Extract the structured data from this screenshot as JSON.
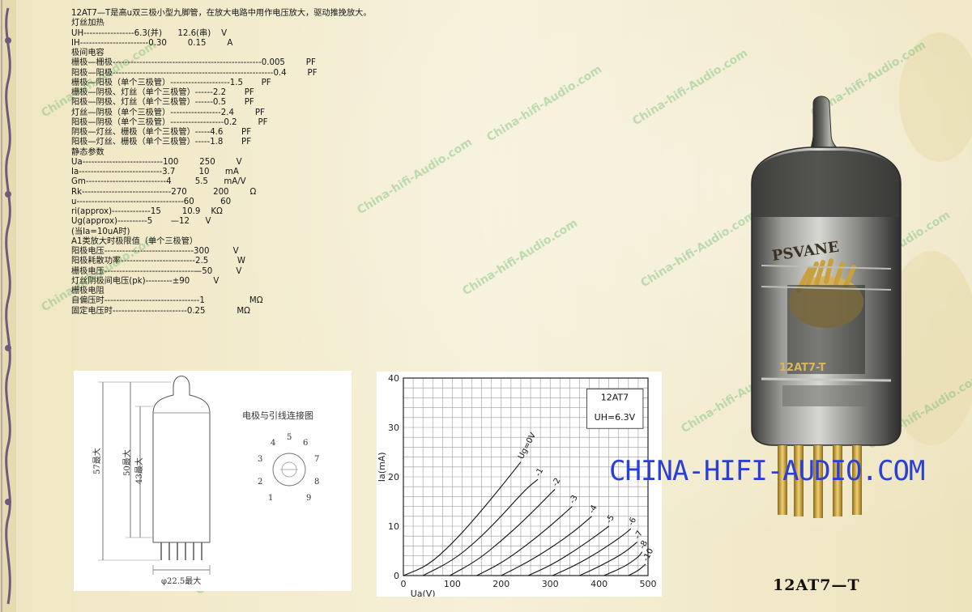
{
  "specs": {
    "lines": [
      "12AT7—T是高u双三极小型九脚管，在放大电路中用作电压放大，驱动推挽放大。",
      "灯丝加热",
      "UH-----------------6.3(并)      12.6(串)    V",
      "IH-----------------------0.30        0.15        A",
      "极间电容",
      "栅极—栅极--------------------------------------------------0.005        PF",
      "阳极—阳极------------------------------------------------------0.4        PF",
      "栅极—阳极（单个三极管）--------------------1.5       PF",
      "栅极—阴极、灯丝（单个三极管）------2.2       PF",
      "阳极—阴极、灯丝（单个三极管）------0.5       PF",
      "灯丝—阴极（单个三极管）-----------------2.4        PF",
      "阳极—阴极（单个三极管）------------------0.2        PF",
      "阴极—灯丝、栅极（单个三极管）-----4.6       PF",
      "阳极—灯丝、栅极（单个三极管）-----1.8       PF",
      "静态参数",
      "Ua---------------------------100        250        V",
      "Ia----------------------------3.7         10      mA",
      "Gm---------------------------4         5.5      mA/V",
      "Rk------------------------------270          200        Ω",
      "u------------------------------------60          60",
      "ri(approx)-------------15        10.9    KΩ",
      "Ug(approx)----------5       —12      V",
      "(当Ia=10uA时)",
      "A1类放大时极限值（单个三极管）",
      "阳极电压------------------------------300         V",
      "阳极耗散功率-------------------------2.5           W",
      "栅极电压------------------------------—50         V",
      "灯丝阴极间电压(pk)---------±90         V",
      "栅极电阻",
      "自偏压时--------------------------------1                 MΩ",
      "固定电压时-------------------------0.25            MΩ"
    ]
  },
  "dimension_drawing": {
    "title": "电极与引线连接图",
    "overall_height": "57最大",
    "body_height_1": "50最大",
    "body_height_2": "43最大",
    "diameter": "φ22.5最大",
    "pins": [
      "1",
      "2",
      "3",
      "4",
      "5",
      "6",
      "7",
      "8",
      "9"
    ]
  },
  "photo": {
    "tube_brand": "PSVANE",
    "tube_marking": "12AT7-T",
    "site_url": "CHINA-HIFI-AUDIO.COM",
    "tube_name": "12AT7—T",
    "watermark_text": "China-hifi-Audio.com"
  },
  "chart_data": {
    "type": "line",
    "title": "12AT7",
    "subtitle": "UH=6.3V",
    "xlabel": "Ua(V)",
    "ylabel": "Ia(mA)",
    "xlim": [
      0,
      500
    ],
    "ylim": [
      0,
      40
    ],
    "xticks": [
      0,
      100,
      200,
      300,
      400,
      500
    ],
    "yticks": [
      0,
      10,
      20,
      30,
      40
    ],
    "grid": true,
    "series": [
      {
        "name": "Ug=0V",
        "points": [
          [
            0,
            0
          ],
          [
            50,
            2
          ],
          [
            100,
            6.5
          ],
          [
            150,
            12
          ],
          [
            200,
            18
          ],
          [
            240,
            23
          ]
        ]
      },
      {
        "name": "-1",
        "points": [
          [
            40,
            0
          ],
          [
            100,
            3
          ],
          [
            150,
            7
          ],
          [
            200,
            12
          ],
          [
            250,
            17.5
          ],
          [
            275,
            19.5
          ]
        ]
      },
      {
        "name": "-2",
        "points": [
          [
            95,
            0
          ],
          [
            150,
            3
          ],
          [
            200,
            7
          ],
          [
            250,
            11.5
          ],
          [
            300,
            16.5
          ],
          [
            310,
            17.5
          ]
        ]
      },
      {
        "name": "-3",
        "points": [
          [
            150,
            0
          ],
          [
            200,
            2.5
          ],
          [
            250,
            6
          ],
          [
            300,
            10
          ],
          [
            345,
            14
          ]
        ]
      },
      {
        "name": "-4",
        "points": [
          [
            200,
            0
          ],
          [
            250,
            2.5
          ],
          [
            300,
            5.5
          ],
          [
            350,
            9
          ],
          [
            385,
            12
          ]
        ]
      },
      {
        "name": "-5",
        "points": [
          [
            255,
            0
          ],
          [
            300,
            2
          ],
          [
            350,
            5
          ],
          [
            400,
            8.5
          ],
          [
            420,
            10
          ]
        ]
      },
      {
        "name": "-6",
        "points": [
          [
            305,
            0
          ],
          [
            350,
            2
          ],
          [
            400,
            4.8
          ],
          [
            450,
            8.2
          ],
          [
            465,
            9.5
          ]
        ]
      },
      {
        "name": "-7",
        "points": [
          [
            360,
            0
          ],
          [
            400,
            1.8
          ],
          [
            450,
            4.5
          ],
          [
            478,
            6.8
          ]
        ]
      },
      {
        "name": "-8",
        "points": [
          [
            410,
            0
          ],
          [
            450,
            1.7
          ],
          [
            480,
            3.7
          ],
          [
            488,
            4.8
          ]
        ]
      },
      {
        "name": "-10",
        "points": [
          [
            460,
            0
          ],
          [
            480,
            1.0
          ],
          [
            495,
            2.3
          ]
        ]
      }
    ]
  }
}
